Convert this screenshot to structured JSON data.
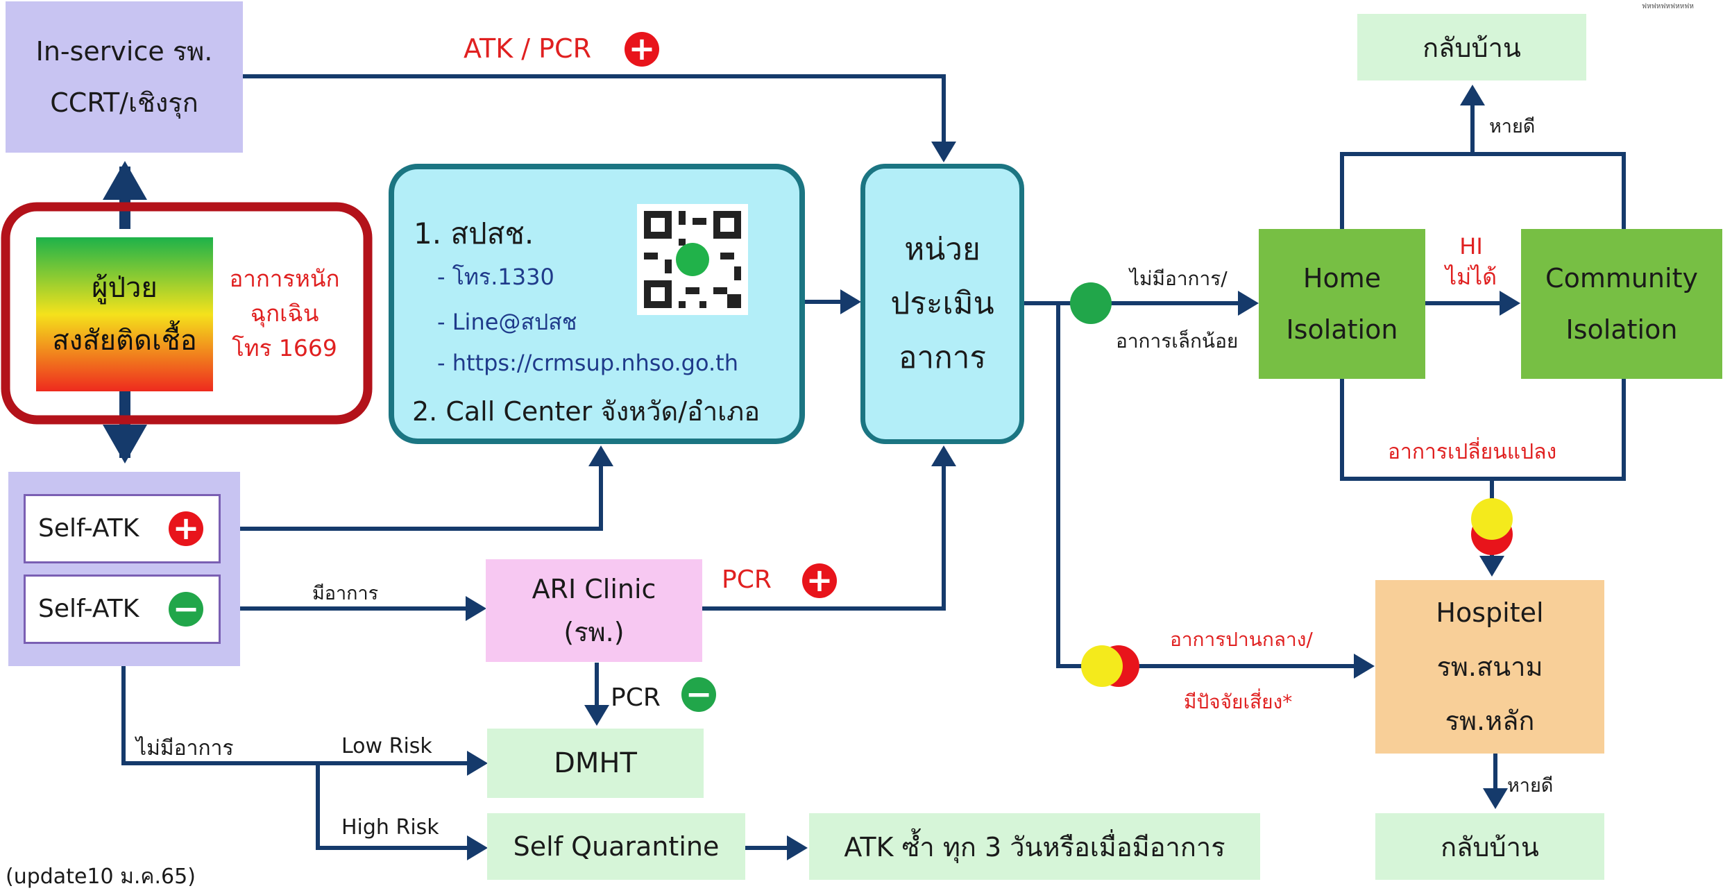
{
  "top_logo_text": "ฟหฟหฟหฟหหฟห",
  "inservice": {
    "line1": "In-service รพ.",
    "line2": "CCRT/เชิงรุก"
  },
  "patient": {
    "line1": "ผู้ป่วย",
    "line2": "สงสัยติดเชื้อ"
  },
  "emergency": {
    "line1": "อาการหนัก",
    "line2": "ฉุกเฉิน",
    "line3": "โทร 1669"
  },
  "nhso": {
    "title": "1. สปสช.",
    "items": [
      "- โทร.1330",
      "- Line@สปสช",
      "- https://crmsup.nhso.go.th"
    ],
    "call_center": "2. Call Center จังหวัด/อำเภอ"
  },
  "atk_pcr_label": "ATK / PCR",
  "assess": {
    "line1": "หน่วย",
    "line2": "ประเมิน",
    "line3": "อาการ"
  },
  "no_symptom_label": {
    "line1": "ไม่มีอาการ/",
    "line2": "อาการเล็กน้อย"
  },
  "home_isolation": {
    "line1": "Home",
    "line2": "Isolation"
  },
  "hi_fail": {
    "line1": "HI",
    "line2": "ไม่ได้"
  },
  "community_isolation": {
    "line1": "Community",
    "line2": "Isolation"
  },
  "recovered_top": "หายดี",
  "go_home_top": "กลับบ้าน",
  "symptom_change": "อาการเปลี่ยนแปลง",
  "moderate_label": {
    "line1": "อาการปานกลาง/",
    "line2": "มีปัจจัยเสี่ยง*"
  },
  "hospitel": {
    "line1": "Hospitel",
    "line2": "รพ.สนาม",
    "line3": "รพ.หลัก"
  },
  "recovered_bottom": "หายดี",
  "go_home_bottom": "กลับบ้าน",
  "self_atk_pos": "Self-ATK",
  "self_atk_neg": "Self-ATK",
  "has_symptom": "มีอาการ",
  "ari": {
    "line1": "ARI Clinic",
    "line2": "(รพ.)"
  },
  "pcr_pos": "PCR",
  "pcr_neg": "PCR",
  "no_symptom2": "ไม่มีอาการ",
  "low_risk": "Low Risk",
  "high_risk": "High Risk",
  "dmht": "DMHT",
  "self_quarantine": "Self Quarantine",
  "atk_repeat": "ATK ซ้ำ ทุก 3 วันหรือเมื่อมีอาการ",
  "update_note": "(update10 ม.ค.65)",
  "badge_plus": "+",
  "badge_minus": "−",
  "colors": {
    "line": "#153a6b",
    "lavender": "#c8c4f2",
    "cyan": "#b3eef8",
    "green_box": "#77bf44",
    "light_green": "#d6f5d8",
    "pink": "#f7c8f2",
    "peach": "#f8cf98",
    "red": "#e02020"
  }
}
